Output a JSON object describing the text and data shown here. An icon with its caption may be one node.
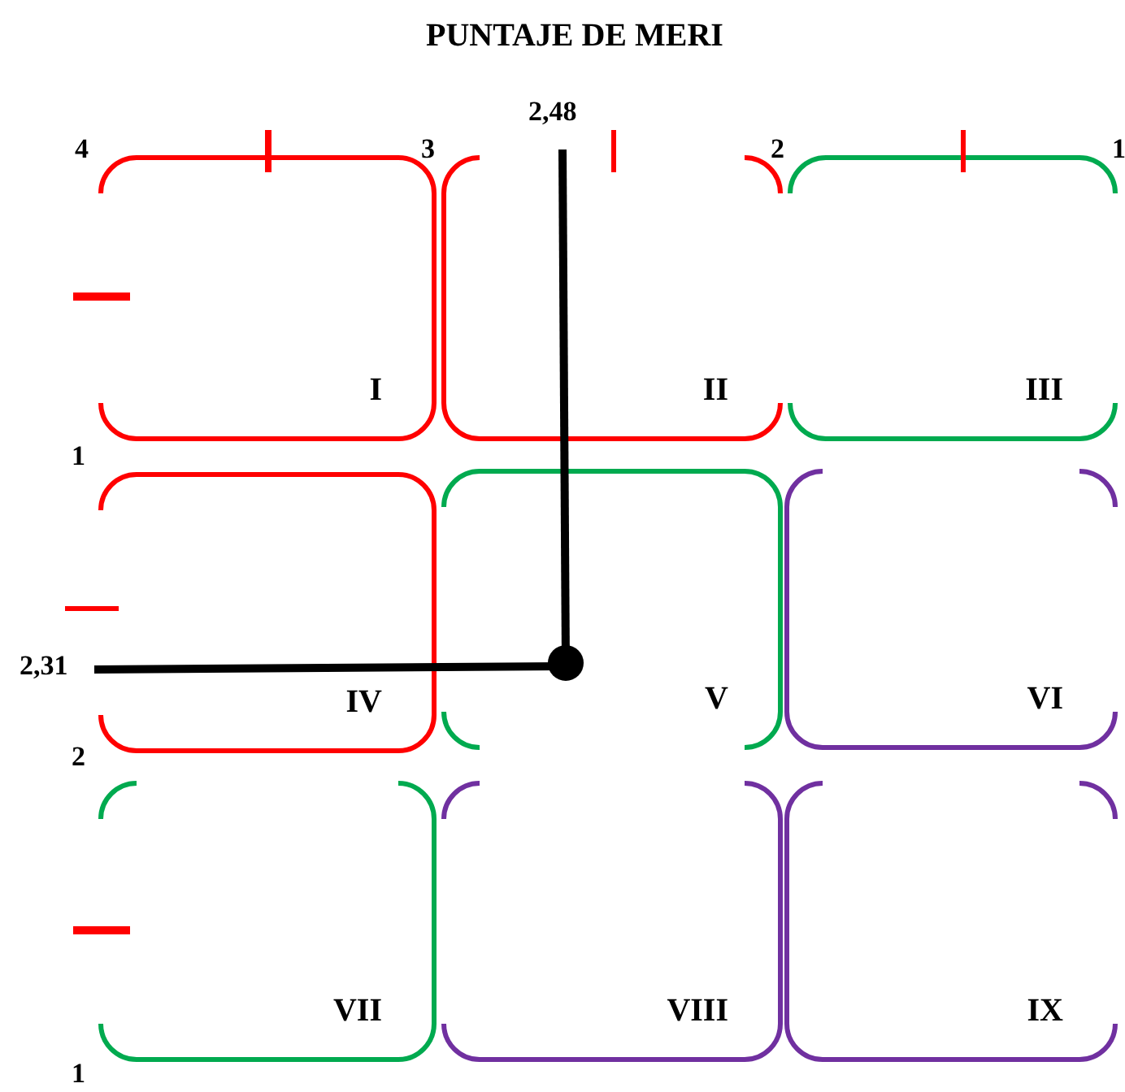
{
  "diagram": {
    "title": "PUNTAJE DE MERI",
    "nodes": [
      {
        "text": [
          "I"
        ]
      },
      {
        "text": [
          "II"
        ]
      },
      {
        "text": [
          "III"
        ]
      },
      {
        "text": [
          "IV"
        ]
      },
      {
        "text": [
          "V"
        ]
      },
      {
        "text": [
          "VI"
        ]
      },
      {
        "text": [
          "VII"
        ]
      },
      {
        "text": [
          "VIII"
        ]
      },
      {
        "text": [
          "IX"
        ]
      }
    ],
    "labels": [
      "2,48",
      "4",
      "3",
      "2",
      "1",
      "1",
      "2,31",
      "2",
      "1"
    ]
  }
}
